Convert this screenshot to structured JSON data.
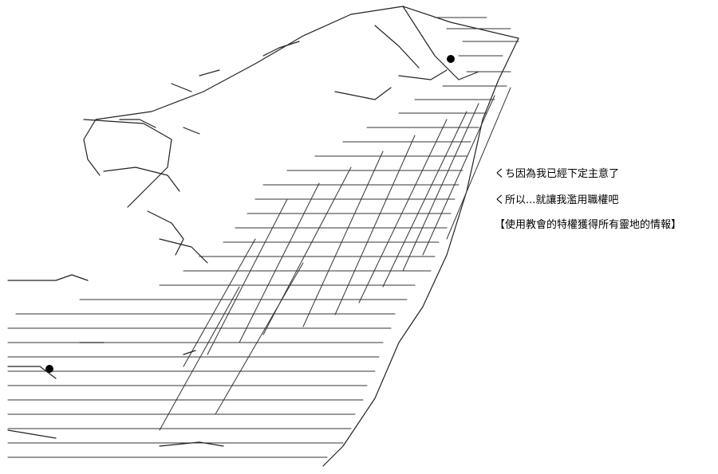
{
  "dialogue": {
    "lines": [
      "くち因為我已經下定主意了",
      "く所以...就讓我濫用職權吧",
      "【使用教會的特權獲得所有靈地的情報】"
    ]
  }
}
